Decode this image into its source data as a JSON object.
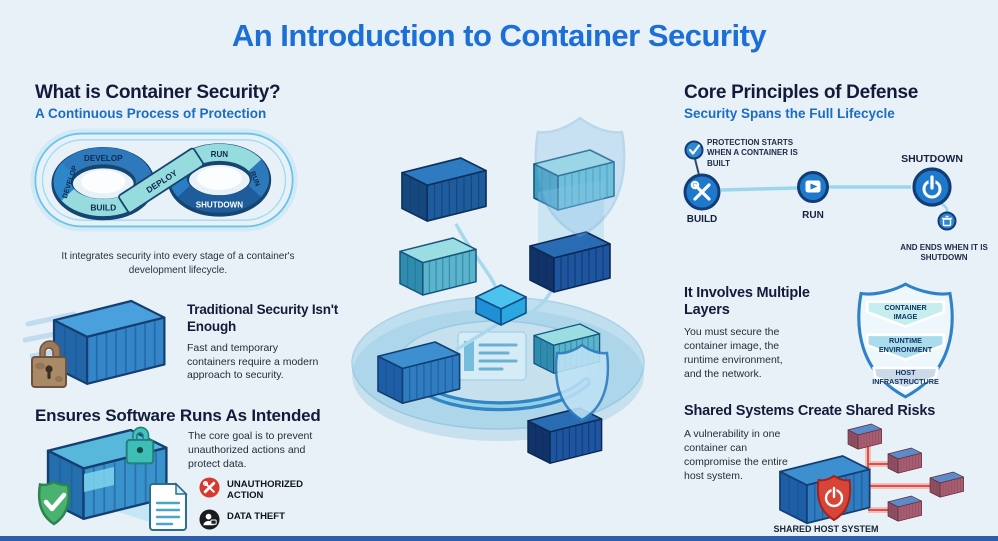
{
  "title": "An Introduction to Container Security",
  "left": {
    "heading": "What is Container Security?",
    "subheading": "A Continuous Process of Protection",
    "lifecycle": {
      "develop_top": "DEVELOP",
      "develop_side": "DEVELOP",
      "build": "BUILD",
      "deploy": "DEPLOY",
      "run_top": "RUN",
      "run_side": "RUN",
      "shutdown": "SHUTDOWN"
    },
    "caption": "It integrates security into every stage of a container's development lifecycle.",
    "traditional": {
      "heading": "Traditional Security Isn't Enough",
      "body": "Fast and temporary containers require a modern approach to security."
    },
    "ensures": {
      "heading": "Ensures Software Runs As Intended",
      "body": "The core goal is to prevent unauthorized actions and protect data.",
      "legend": [
        {
          "label": "UNAUTHORIZED ACTION"
        },
        {
          "label": "DATA THEFT"
        }
      ]
    }
  },
  "right": {
    "heading": "Core Principles of Defense",
    "subheading": "Security Spans the Full Lifecycle",
    "timeline": {
      "start_note": "PROTECTION STARTS WHEN A CONTAINER IS BUILT",
      "end_note": "AND ENDS WHEN IT IS SHUTDOWN",
      "steps": [
        "BUILD",
        "RUN",
        "SHUTDOWN"
      ]
    },
    "layers": {
      "heading": "It Involves Multiple Layers",
      "body": "You must secure the container image, the runtime environment, and the network.",
      "items": [
        {
          "line1": "CONTAINER",
          "line2": "IMAGE"
        },
        {
          "line1": "RUNTIME",
          "line2": "ENVIRONMENT"
        },
        {
          "line1": "HOST",
          "line2": "INFRASTRUCTURE"
        }
      ]
    },
    "shared": {
      "heading": "Shared Systems Create Shared Risks",
      "body": "A vulnerability in one container can compromise the entire host system.",
      "label": "SHARED HOST SYSTEM"
    }
  },
  "colors": {
    "accent_blue": "#1c6fd6",
    "navy": "#131d3b",
    "alert_red": "#d63a2f",
    "safe_green": "#3fae68"
  }
}
